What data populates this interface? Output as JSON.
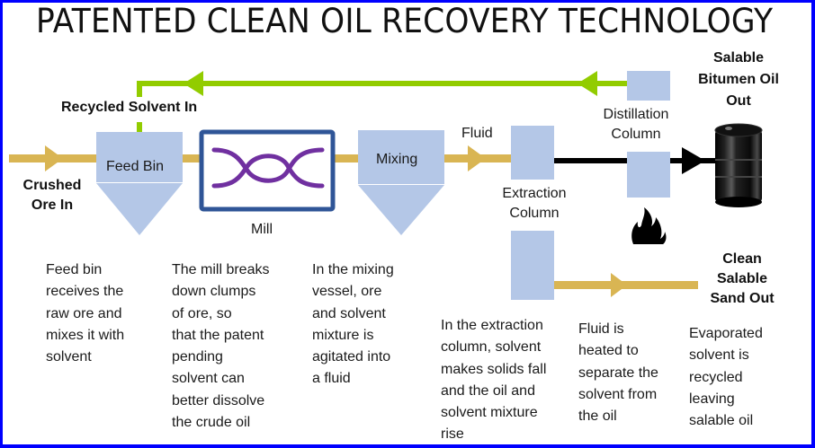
{
  "title": "PATENTED CLEAN OIL RECOVERY TECHNOLOGY",
  "colors": {
    "frame": "#0000ff",
    "ore_flow": "#d9b553",
    "solvent_flow": "#92cc00",
    "vessel": "#b4c7e7",
    "mill_border": "#2f5597",
    "mill_blades": "#7030a0",
    "oil_line": "#000000"
  },
  "labels": {
    "crushed_ore_in": [
      "Crushed",
      "Ore In"
    ],
    "recycled_solvent_in": "Recycled Solvent In",
    "feed_bin": "Feed Bin",
    "mill": "Mill",
    "mixing": "Mixing",
    "fluid": "Fluid",
    "extraction_column": [
      "Extraction",
      "Column"
    ],
    "distillation_column": [
      "Distillation",
      "Column"
    ],
    "salable_bitumen_oil_out": [
      "Salable",
      "Bitumen Oil",
      "Out"
    ],
    "clean_salable_sand_out": [
      "Clean",
      "Salable",
      "Sand Out"
    ]
  },
  "icons": {
    "mill": "mill-blades-icon",
    "fire": "flame-icon",
    "barrel": "oil-barrel-icon"
  },
  "descriptions": {
    "feed_bin": [
      "Feed bin",
      "receives the",
      "raw ore and",
      "mixes it with",
      "solvent"
    ],
    "mill": [
      "The mill breaks",
      "down clumps",
      "of ore, so",
      "that the patent",
      "pending",
      "solvent can",
      "better dissolve",
      "the crude oil"
    ],
    "mixing": [
      "In the mixing",
      "vessel, ore",
      "and solvent",
      "mixture is",
      "agitated into",
      "a fluid"
    ],
    "extraction": [
      "In the extraction",
      "column, solvent",
      "makes solids fall",
      "and the oil and",
      "solvent mixture",
      "rise"
    ],
    "distillation": [
      "Fluid is",
      "heated to",
      "separate the",
      "solvent from",
      "the oil"
    ],
    "recycling": [
      "Evaporated",
      "solvent is",
      "recycled",
      "leaving",
      "salable oil"
    ]
  }
}
